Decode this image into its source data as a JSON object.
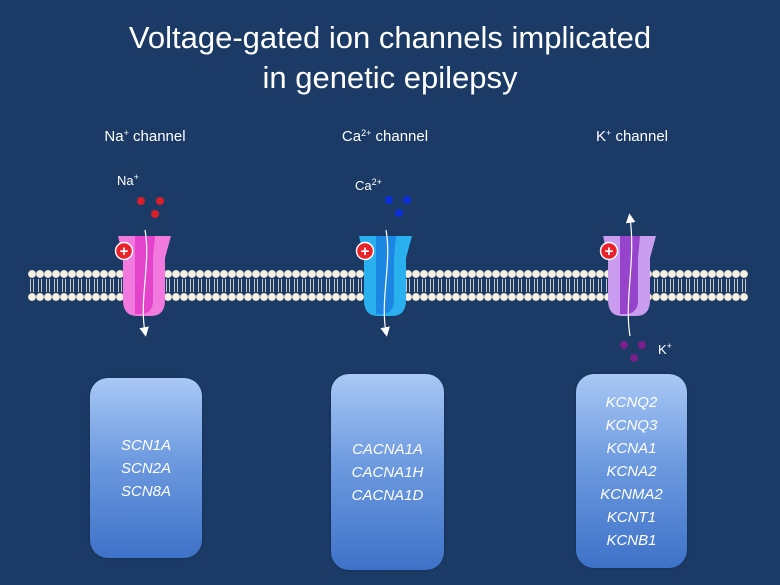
{
  "title": {
    "line1": "Voltage-gated ion channels implicated",
    "line2": "in genetic epilepsy"
  },
  "channels": [
    {
      "id": "na",
      "label_base": "Na",
      "label_sup": "+",
      "label_rest": " channel",
      "ion_base": "Na",
      "ion_sup": "+",
      "body_color": "#f279dd",
      "front_color": "#e23bc9",
      "ion_color": "#d81f2a",
      "flow": "inward",
      "genes": [
        "SCN1A",
        "SCN2A",
        "SCN8A"
      ]
    },
    {
      "id": "ca",
      "label_base": "Ca",
      "label_sup": "2+",
      "label_rest": " channel",
      "ion_base": "Ca",
      "ion_sup": "2+",
      "body_color": "#2ab0ef",
      "front_color": "#1a7fe0",
      "ion_color": "#0a2fd6",
      "flow": "inward",
      "genes": [
        "CACNA1A",
        "CACNA1H",
        "CACNA1D"
      ]
    },
    {
      "id": "k",
      "label_base": "K",
      "label_sup": "+",
      "label_rest": " channel",
      "ion_base": "K",
      "ion_sup": "+",
      "body_color": "#c99cf0",
      "front_color": "#8c35c4",
      "ion_color": "#7a1f8c",
      "flow": "outward",
      "genes": [
        "KCNQ2",
        "KCNQ3",
        "KCNA1",
        "KCNA2",
        "KCNMA2",
        "KCNT1",
        "KCNB1"
      ]
    }
  ],
  "gate_symbol": "+"
}
